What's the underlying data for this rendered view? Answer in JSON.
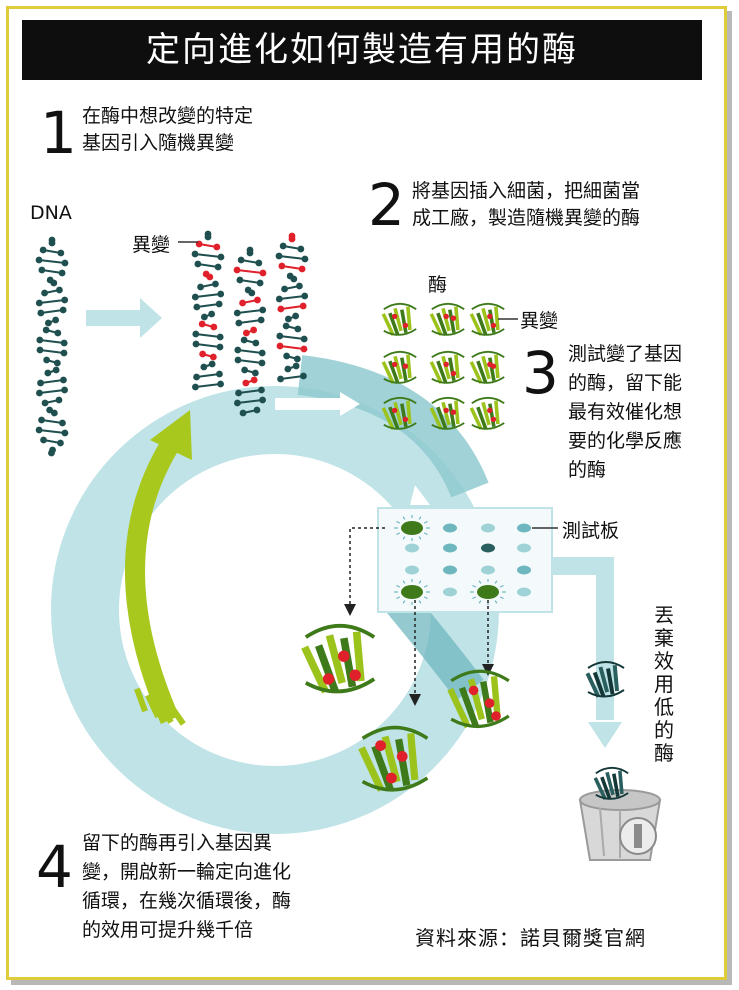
{
  "title": "定向進化如何製造有用的酶",
  "steps": [
    {
      "num": "1",
      "text_lines": [
        "在酶中想改變的特定",
        "基因引入隨機異變"
      ]
    },
    {
      "num": "2",
      "text_lines": [
        "將基因插入細菌，把細菌當",
        "成工廠，製造隨機異變的酶"
      ]
    },
    {
      "num": "3",
      "text_lines": [
        "測試變了基因",
        "的酶，留下能",
        "最有效催化想",
        "要的化學反應",
        "的酶"
      ]
    },
    {
      "num": "4",
      "text_lines": [
        "留下的酶再引入基因異",
        "變，開啟新一輪定向進化",
        "循環，在幾次循環後，酶",
        "的效用可提升幾千倍"
      ]
    }
  ],
  "labels": {
    "dna": "DNA",
    "mutation_dna": "異變",
    "enzyme": "酶",
    "mutation_enzyme": "異變",
    "test_plate": "測試板",
    "discard": "丟棄效用低的酶"
  },
  "source": "資料來源：諾貝爾獎官網",
  "colors": {
    "title_bg": "#0e0e0e",
    "frame_border": "#e0cc3a",
    "cycle": "#bfe3e6",
    "cycle_dark": "#7ec2c8",
    "green_arrow": "#a8c81e",
    "dna": "#1f4f4f",
    "mutation": "#e0202a",
    "enzyme": "#9cc31c",
    "enzyme_dark": "#3f7a1a"
  }
}
